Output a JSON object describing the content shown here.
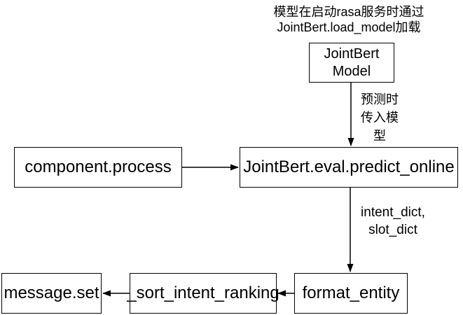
{
  "diagram": {
    "annotations": {
      "load_note": {
        "line1": "模型在启动rasa服务时通过",
        "line2": "JointBert.load_model加载"
      },
      "predict_input": {
        "line1": "预测时",
        "line2": "传入模",
        "line3": "型"
      },
      "predict_outputs": {
        "line1": "intent_dict,",
        "line2": "slot_dict"
      }
    },
    "nodes": {
      "jointbert_model": {
        "line1": "JointBert",
        "line2": "Model"
      },
      "component_process": {
        "label": "component.process"
      },
      "predict_online": {
        "label": "JointBert.eval.predict_online"
      },
      "format_entity": {
        "label": "format_entity"
      },
      "sort_intent_ranking": {
        "label": "_sort_intent_ranking"
      },
      "message_set": {
        "label": "message.set"
      }
    },
    "colors": {
      "stroke": "#000000",
      "text": "#000000",
      "background": "#ffffff"
    }
  }
}
